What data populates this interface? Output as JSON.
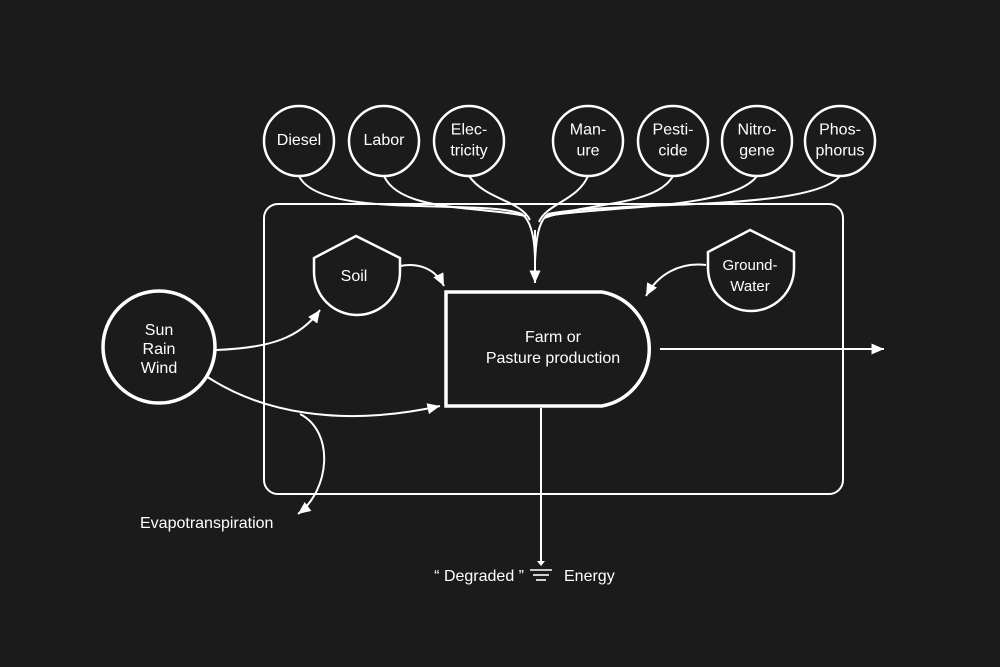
{
  "colors": {
    "background": "#1b1b1b",
    "foreground": "#ffffff"
  },
  "inputs": [
    {
      "lines": [
        "Diesel"
      ]
    },
    {
      "lines": [
        "Labor"
      ]
    },
    {
      "lines": [
        "Elec-",
        "tricity"
      ]
    },
    {
      "lines": [
        "Man-",
        "ure"
      ]
    },
    {
      "lines": [
        "Pesti-",
        "cide"
      ]
    },
    {
      "lines": [
        "Nitro-",
        "gene"
      ]
    },
    {
      "lines": [
        "Phos-",
        "phorus"
      ]
    }
  ],
  "source": {
    "lines": [
      "Sun",
      "Rain",
      "Wind"
    ]
  },
  "storages": {
    "soil": {
      "lines": [
        "Soil"
      ]
    },
    "groundwater": {
      "lines": [
        "Ground-",
        "Water"
      ]
    }
  },
  "producer": {
    "lines": [
      "Farm or",
      "Pasture production"
    ]
  },
  "outputs": {
    "evapotranspiration": "Evapotranspiration",
    "degraded_left": "“ Degraded ”",
    "degraded_right": "Energy",
    "heat_sink_icon": "heat-sink-icon"
  }
}
